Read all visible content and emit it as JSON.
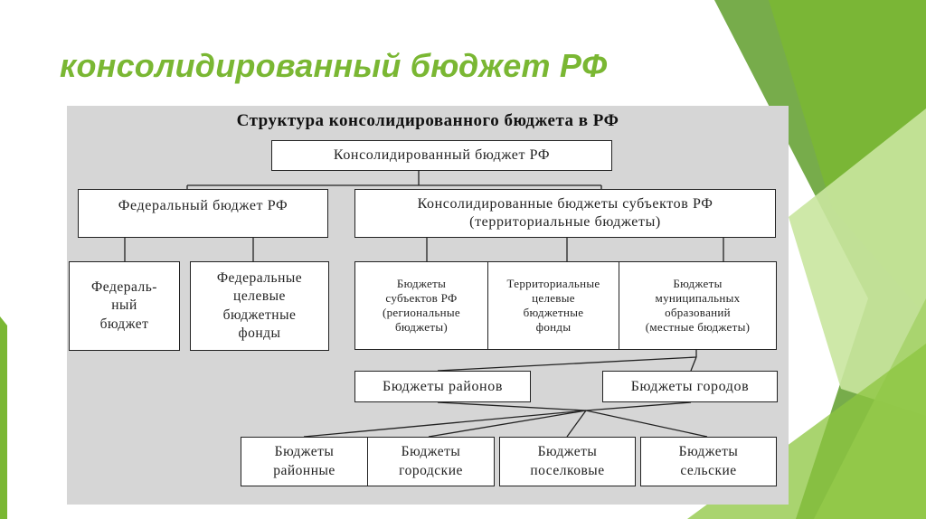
{
  "slide": {
    "title": "консолидированный бюджет РФ",
    "colors": {
      "title": "#7ab733",
      "panel": "#d6d6d6",
      "accent_dark": "#5f9e2c",
      "accent_light": "#a6d36a"
    }
  },
  "diagram": {
    "title": "Структура консолидированного бюджета в РФ",
    "root": "Консолидированный бюджет РФ",
    "federal": "Федеральный бюджет РФ",
    "regional_group": "Консолидированные бюджеты субъектов РФ\n(территориальные бюджеты)",
    "federal_children": [
      "Федераль-\nный\nбюджет",
      "Федеральные\nцелевые\nбюджетные\nфонды"
    ],
    "regional_children": [
      "Бюджеты\nсубъектов РФ\n(региональные\nбюджеты)",
      "Территориальные\nцелевые\nбюджетные\nфонды",
      "Бюджеты\nмуниципальных\nобразований\n(местные бюджеты)"
    ],
    "municipal_children": [
      "Бюджеты районов",
      "Бюджеты городов"
    ],
    "local_children": [
      "Бюджеты\nрайонные",
      "Бюджеты\nгородские",
      "Бюджеты\nпоселковые",
      "Бюджеты\nсельские"
    ]
  }
}
